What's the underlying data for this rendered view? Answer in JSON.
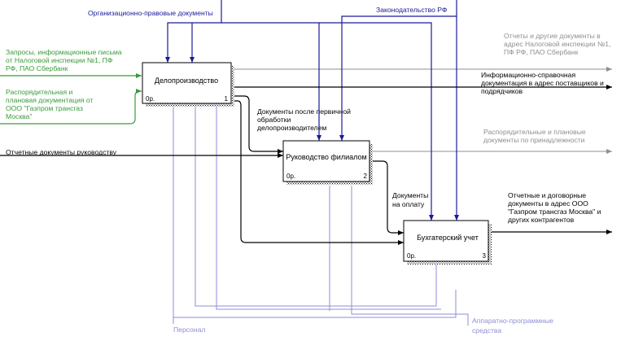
{
  "controls": {
    "org_legal": "Организационно-правовые документы",
    "legislation": "Законодательство РФ"
  },
  "inputs": {
    "requests": [
      "Запросы, информационные письма",
      "от Налоговой инспекции №1, ПФ",
      "РФ, ПАО Сбербанк"
    ],
    "directive": [
      "Распорядительная и",
      "плановая документация от",
      "ООО \"Газпром трансгаз",
      "Москва\""
    ],
    "reports": "Отчетные документы руководству"
  },
  "outputs": {
    "reports_tax": [
      "Отчеты и другие документы в",
      "адрес Налоговой инспекции №1,",
      "ПФ РФ, ПАО Сбербанк"
    ],
    "info_ref": [
      "Информационно-справочная",
      "документация в адрес поставщиков и",
      "подрядчиков"
    ],
    "directive_plan": [
      "Распорядительные и плановые",
      "документы по принадлежности"
    ],
    "contract_docs": [
      "Отчетные и договорные",
      "документы в адрес ООО",
      "\"Газпром трансгаз Москва\" и",
      "других контрагентов"
    ]
  },
  "internal": {
    "after_review": [
      "Документы после первичной",
      "обработки",
      "делопроизводителем"
    ],
    "payment_docs": [
      "Документы",
      "на оплату"
    ]
  },
  "mechanisms": {
    "personnel": "Персонал",
    "hw_sw": [
      "Аппаратно-программные",
      "средства"
    ]
  },
  "boxes": [
    {
      "name": "Делопроизводство",
      "cost": "0р.",
      "num": "1"
    },
    {
      "name": "Руководство филиалом",
      "cost": "0р.",
      "num": "2"
    },
    {
      "name": "Бухгатерский учет",
      "cost": "0р.",
      "num": "3"
    }
  ],
  "colors": {
    "box_border": "#000000",
    "control": "#1a1a9a",
    "input_green": "#3a9a3a",
    "output_gray": "#8f8f8f",
    "mechanism": "#8e8ed8",
    "black": "#000000"
  }
}
